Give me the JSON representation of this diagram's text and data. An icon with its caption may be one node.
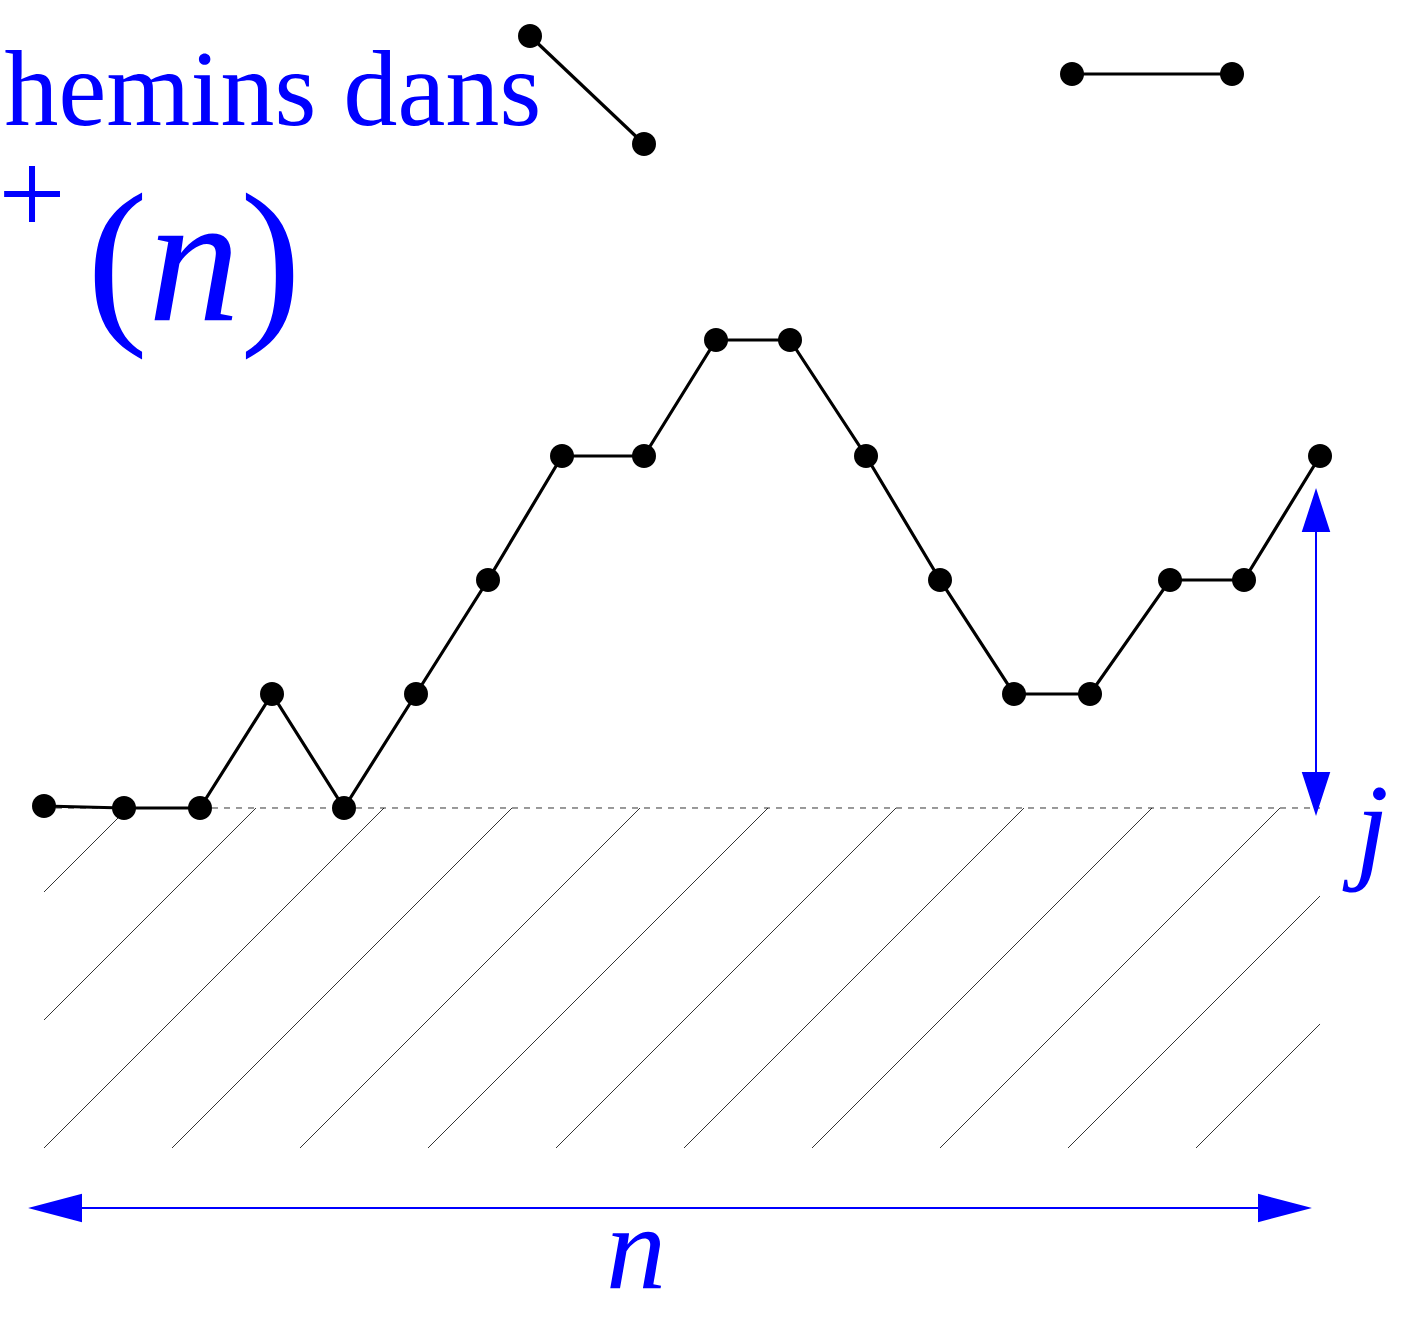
{
  "diagram": {
    "labels": [
      "hemins dans",
      "+",
      "(*n*)",
      "*j*",
      "*n*"
    ]
  }
}
